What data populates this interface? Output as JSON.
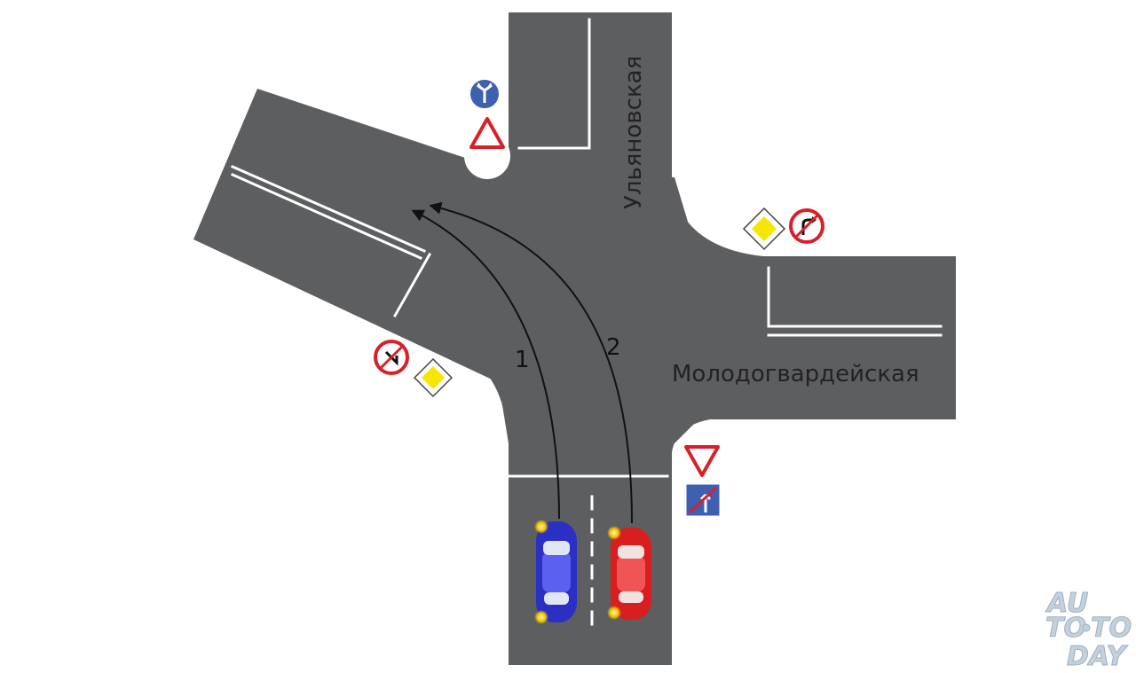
{
  "streets": {
    "vertical": "Ульяновская",
    "horizontal": "Молодогвардейская"
  },
  "routes": [
    {
      "label": "1",
      "car": "blue"
    },
    {
      "label": "2",
      "car": "red"
    }
  ],
  "cars": {
    "blue": {
      "color": "#2b2fc4",
      "highlight": "#5b60f0"
    },
    "red": {
      "color": "#d81e1e",
      "highlight": "#f05555"
    }
  },
  "colors": {
    "asphalt": "#5d5e60",
    "marking": "#ffffff",
    "sign_red": "#d8202a",
    "sign_blue": "#3f5fb0",
    "sign_yellow": "#f7e600"
  },
  "signs": {
    "top_left": [
      "lane-direction-sign",
      "yield-sign"
    ],
    "right": [
      "priority-road-sign",
      "no-right-turn-sign"
    ],
    "left": [
      "no-right-turn-sign",
      "priority-road-sign"
    ],
    "bottom_right": [
      "yield-sign",
      "lane-end-sign"
    ]
  },
  "logo": {
    "line1": "AU",
    "line2a": "TO",
    "line2b": "TO",
    "line3": "DAY"
  }
}
